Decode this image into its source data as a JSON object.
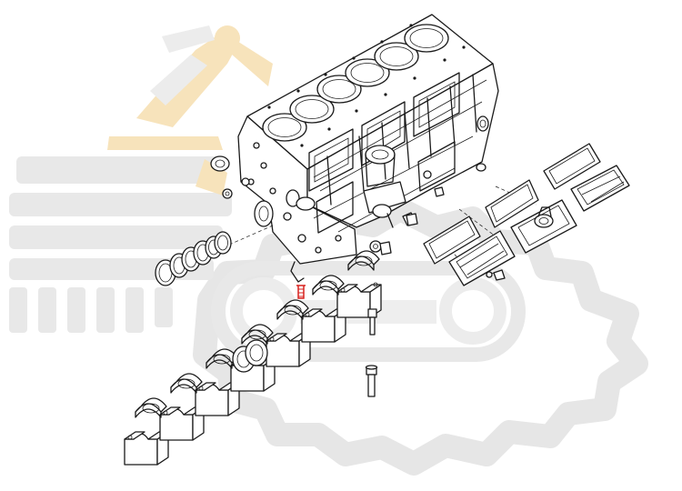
{
  "colors": {
    "line": "#1a1a1a",
    "background": "#ffffff",
    "watermark_gray": "#e4e4e4",
    "watermark_orange": "#f6dfb4",
    "highlight_red": "#d8221f"
  },
  "icons": {
    "watermark": "excavator-gear-logo",
    "highlighted_part": "bolt-icon"
  },
  "parts": {
    "cylinders": 6,
    "side_covers": 3,
    "cover_gaskets": 3,
    "main_bearing_caps": 7,
    "camshaft_bushings": 6
  }
}
